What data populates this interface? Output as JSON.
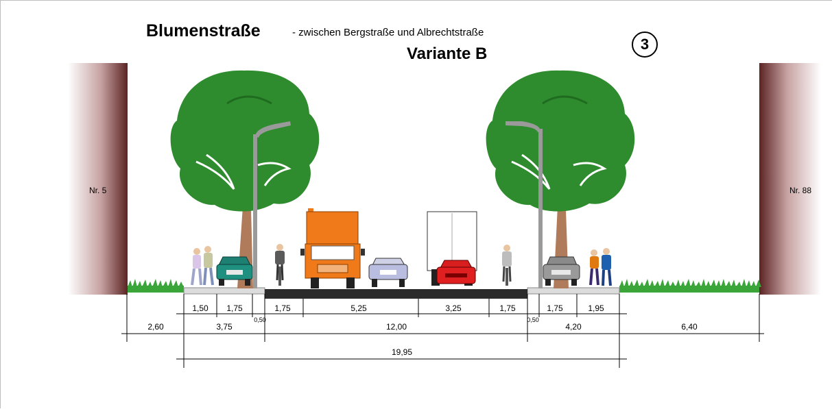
{
  "title": {
    "main": "Blumenstraße",
    "subtitle": "- zwischen Bergstraße und Albrechtstraße",
    "variant": "Variante B",
    "section_number": "3"
  },
  "buildings": {
    "left_label": "Nr. 5",
    "right_label": "Nr. 88"
  },
  "dimensions": {
    "row1": [
      "1,50",
      "1,75",
      "1,75",
      "5,25",
      "3,25",
      "1,75",
      "1,75",
      "1,95"
    ],
    "row1_small": [
      "0,50",
      "0,50"
    ],
    "row2": [
      "2,60",
      "3,75",
      "12,00",
      "4,20",
      "6,40"
    ],
    "total": "19,95"
  },
  "colors": {
    "tree_green": "#2e8b2e",
    "tree_trunk": "#b07b5b",
    "house": "#6b2d2d",
    "road": "#2b2b2b",
    "truck": "#f07a1a",
    "red_car": "#d81e1e",
    "grass": "#3aa63a"
  },
  "icons": [
    "tree-icon",
    "street-lamp-icon",
    "pedestrian-icon",
    "cyclist-icon",
    "truck-icon",
    "car-icon"
  ]
}
